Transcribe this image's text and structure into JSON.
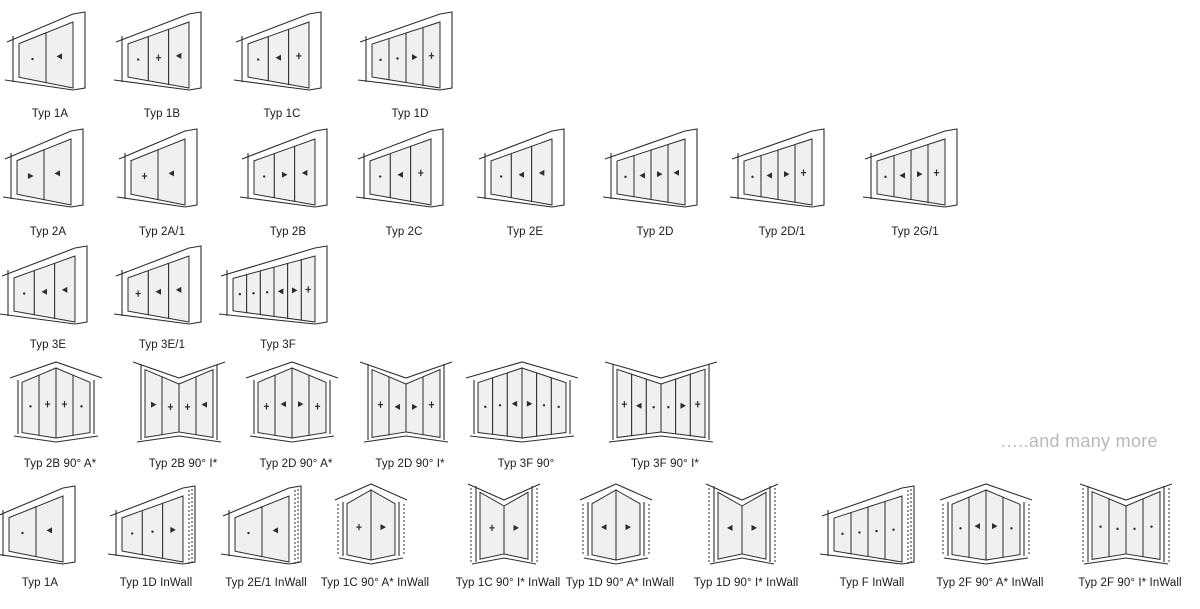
{
  "more_text": "…..and many more",
  "rows": [
    {
      "items": [
        {
          "label": "Typ 1A",
          "kind": "flat",
          "panels": 2,
          "marks": [
            "dot",
            "left"
          ]
        },
        {
          "label": "Typ 1B",
          "kind": "flat",
          "panels": 3,
          "marks": [
            "dot",
            "plus",
            "left"
          ]
        },
        {
          "label": "Typ 1C",
          "kind": "flat",
          "panels": 3,
          "marks": [
            "dot",
            "left",
            "plus"
          ]
        },
        {
          "label": "Typ 1D",
          "kind": "flat",
          "panels": 4,
          "marks": [
            "dot",
            "dot",
            "right",
            "plus"
          ]
        }
      ]
    },
    {
      "items": [
        {
          "label": "Typ 2A",
          "kind": "flat",
          "panels": 2,
          "marks": [
            "right",
            "left"
          ]
        },
        {
          "label": "Typ 2A/1",
          "kind": "flat",
          "panels": 2,
          "marks": [
            "plus",
            "left"
          ]
        },
        {
          "label": "Typ 2B",
          "kind": "flat",
          "panels": 3,
          "marks": [
            "dot",
            "right",
            "left"
          ]
        },
        {
          "label": "Typ 2C",
          "kind": "flat",
          "panels": 3,
          "marks": [
            "dot",
            "left",
            "plus"
          ]
        },
        {
          "label": "Typ 2E",
          "kind": "flat",
          "panels": 3,
          "marks": [
            "dot",
            "left",
            "left"
          ]
        },
        {
          "label": "Typ 2D",
          "kind": "flat",
          "panels": 4,
          "marks": [
            "dot",
            "left",
            "right",
            "left"
          ]
        },
        {
          "label": "Typ 2D/1",
          "kind": "flat",
          "panels": 4,
          "marks": [
            "dot",
            "left",
            "right",
            "plus"
          ]
        },
        {
          "label": "Typ 2G/1",
          "kind": "flat",
          "panels": 4,
          "marks": [
            "dot",
            "left",
            "right",
            "plus"
          ]
        }
      ]
    },
    {
      "items": [
        {
          "label": "Typ 3E",
          "kind": "flat",
          "panels": 3,
          "marks": [
            "dot",
            "left",
            "left"
          ]
        },
        {
          "label": "Typ 3E/1",
          "kind": "flat",
          "panels": 3,
          "marks": [
            "plus",
            "left",
            "left"
          ]
        },
        {
          "label": "Typ 3F",
          "kind": "flat",
          "panels": 6,
          "marks": [
            "dot",
            "dot",
            "dot",
            "left",
            "right",
            "plus"
          ]
        }
      ]
    },
    {
      "items": [
        {
          "label": "Typ 2B 90° A*",
          "kind": "outer",
          "panels": 4,
          "marks": [
            "dot",
            "plus",
            "plus",
            "dot"
          ]
        },
        {
          "label": "Typ 2B 90° I*",
          "kind": "inner",
          "panels": 4,
          "marks": [
            "right",
            "plus",
            "plus",
            "left"
          ]
        },
        {
          "label": "Typ 2D 90° A*",
          "kind": "outer",
          "panels": 4,
          "marks": [
            "plus",
            "left",
            "right",
            "plus"
          ]
        },
        {
          "label": "Typ 2D 90° I*",
          "kind": "inner",
          "panels": 4,
          "marks": [
            "plus",
            "left",
            "right",
            "plus"
          ]
        },
        {
          "label": "Typ 3F 90°",
          "kind": "outer",
          "panels": 6,
          "marks": [
            "dot",
            "dot",
            "left",
            "right",
            "dot",
            "dot"
          ]
        },
        {
          "label": "Typ 3F 90° I*",
          "kind": "inner",
          "panels": 6,
          "marks": [
            "plus",
            "left",
            "dot",
            "dot",
            "right",
            "plus"
          ]
        }
      ]
    },
    {
      "items": [
        {
          "label": "Typ 1A",
          "kind": "flat",
          "panels": 2,
          "marks": [
            "dot",
            "left"
          ]
        },
        {
          "label": "Typ 1D InWall",
          "kind": "flat-inwall",
          "panels": 3,
          "marks": [
            "dot",
            "dot",
            "right"
          ]
        },
        {
          "label": "Typ 2E/1 InWall",
          "kind": "flat-inwall",
          "panels": 2,
          "marks": [
            "dot",
            "left"
          ]
        },
        {
          "label": "Typ 1C 90° A* InWall",
          "kind": "outer-inwall",
          "panels": 2,
          "marks": [
            "plus",
            "right"
          ]
        },
        {
          "label": "Typ 1C 90° I* InWall",
          "kind": "inner-inwall",
          "panels": 2,
          "marks": [
            "plus",
            "right"
          ]
        },
        {
          "label": "Typ 1D 90° A* InWall",
          "kind": "outer-inwall",
          "panels": 2,
          "marks": [
            "left",
            "right"
          ]
        },
        {
          "label": "Typ 1D 90° I* InWall",
          "kind": "inner-inwall",
          "panels": 2,
          "marks": [
            "left",
            "right"
          ]
        },
        {
          "label": "Typ F InWall",
          "kind": "flat-inwall",
          "panels": 4,
          "marks": [
            "dot",
            "dot",
            "dot",
            "dot"
          ]
        },
        {
          "label": "Typ 2F 90° A* InWall",
          "kind": "outer-inwall",
          "panels": 4,
          "marks": [
            "dot",
            "left",
            "right",
            "dot"
          ]
        },
        {
          "label": "Typ 2F 90° I* InWall",
          "kind": "inner-inwall",
          "panels": 4,
          "marks": [
            "dot",
            "dot",
            "dot",
            "dot"
          ]
        }
      ]
    }
  ]
}
